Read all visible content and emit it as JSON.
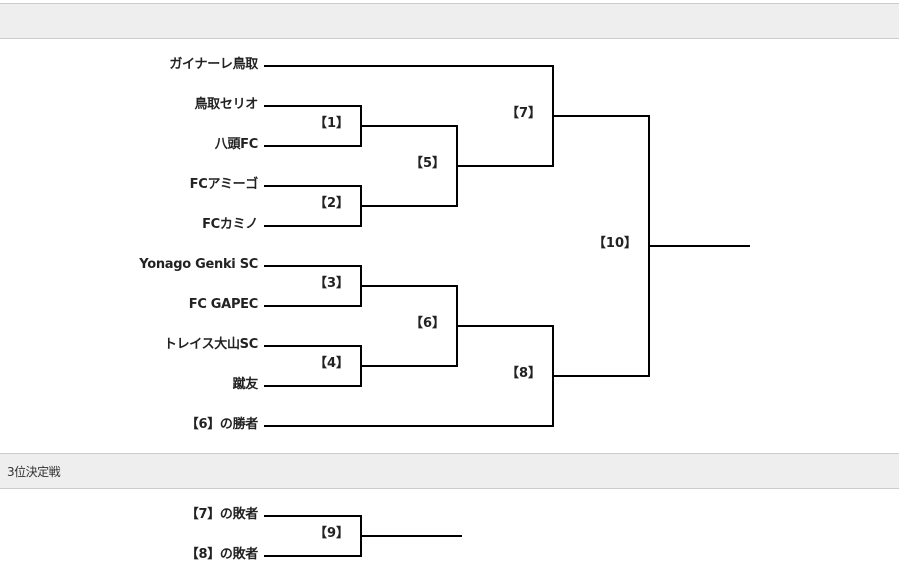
{
  "headers": {
    "main": "",
    "third_place": "3位決定戦"
  },
  "main_bracket": {
    "teams": [
      "ガイナーレ鳥取",
      "鳥取セリオ",
      "八頭FC",
      "FCアミーゴ",
      "FCカミノ",
      "Yonago Genki SC",
      "FC GAPEC",
      "トレイス大山SC",
      "蹴友",
      "【6】の勝者"
    ],
    "matches": [
      {
        "id": "1",
        "label": "【1】",
        "from": [
          "t1",
          "t2"
        ]
      },
      {
        "id": "2",
        "label": "【2】",
        "from": [
          "t3",
          "t4"
        ]
      },
      {
        "id": "3",
        "label": "【3】",
        "from": [
          "t5",
          "t6"
        ]
      },
      {
        "id": "4",
        "label": "【4】",
        "from": [
          "t7",
          "t8"
        ]
      },
      {
        "id": "5",
        "label": "【5】",
        "from": [
          "m1",
          "m2"
        ]
      },
      {
        "id": "6",
        "label": "【6】",
        "from": [
          "m3",
          "m4"
        ]
      },
      {
        "id": "7",
        "label": "【7】",
        "from": [
          "t0",
          "m5"
        ]
      },
      {
        "id": "8",
        "label": "【8】",
        "from": [
          "m6",
          "t9"
        ]
      },
      {
        "id": "10",
        "label": "【10】",
        "from": [
          "m7",
          "m8"
        ]
      }
    ]
  },
  "third_place_bracket": {
    "teams": [
      "【7】の敗者",
      "【8】の敗者"
    ],
    "matches": [
      {
        "id": "9",
        "label": "【9】",
        "from": [
          "t0",
          "t1"
        ]
      }
    ]
  },
  "colors": {
    "line": "#000000",
    "header_bg": "#eeeeee",
    "header_border": "#cccccc"
  }
}
